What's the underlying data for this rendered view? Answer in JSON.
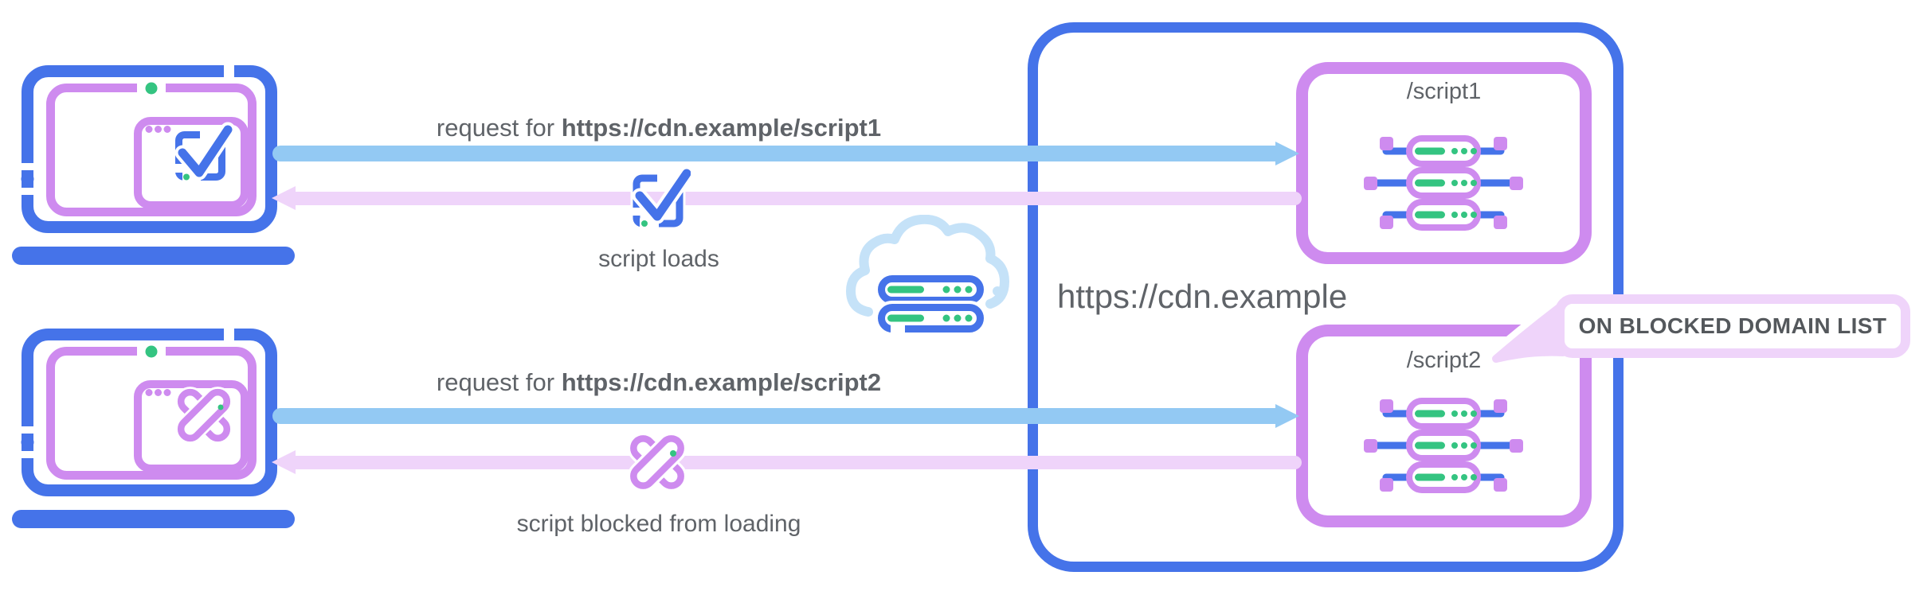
{
  "palette": {
    "blue": "#4573E9",
    "purple": "#CE8BEF",
    "lblue": "#93C9F3",
    "lpink": "#EFD4FA",
    "green": "#34C481",
    "cloud": "#C5E2F8",
    "gray": "#5F6368",
    "callout": "#54585C"
  },
  "flows": [
    {
      "request_prefix": "request for ",
      "request_url": "https://cdn.example/script1",
      "status": "script loads"
    },
    {
      "request_prefix": "request for ",
      "request_url": "https://cdn.example/script2",
      "status": "script blocked from loading"
    }
  ],
  "cdn": {
    "title": "https://cdn.example",
    "endpoints": [
      {
        "label": "/script1"
      },
      {
        "label": "/script2"
      }
    ]
  },
  "callout": {
    "text": "ON BLOCKED DOMAIN LIST"
  }
}
